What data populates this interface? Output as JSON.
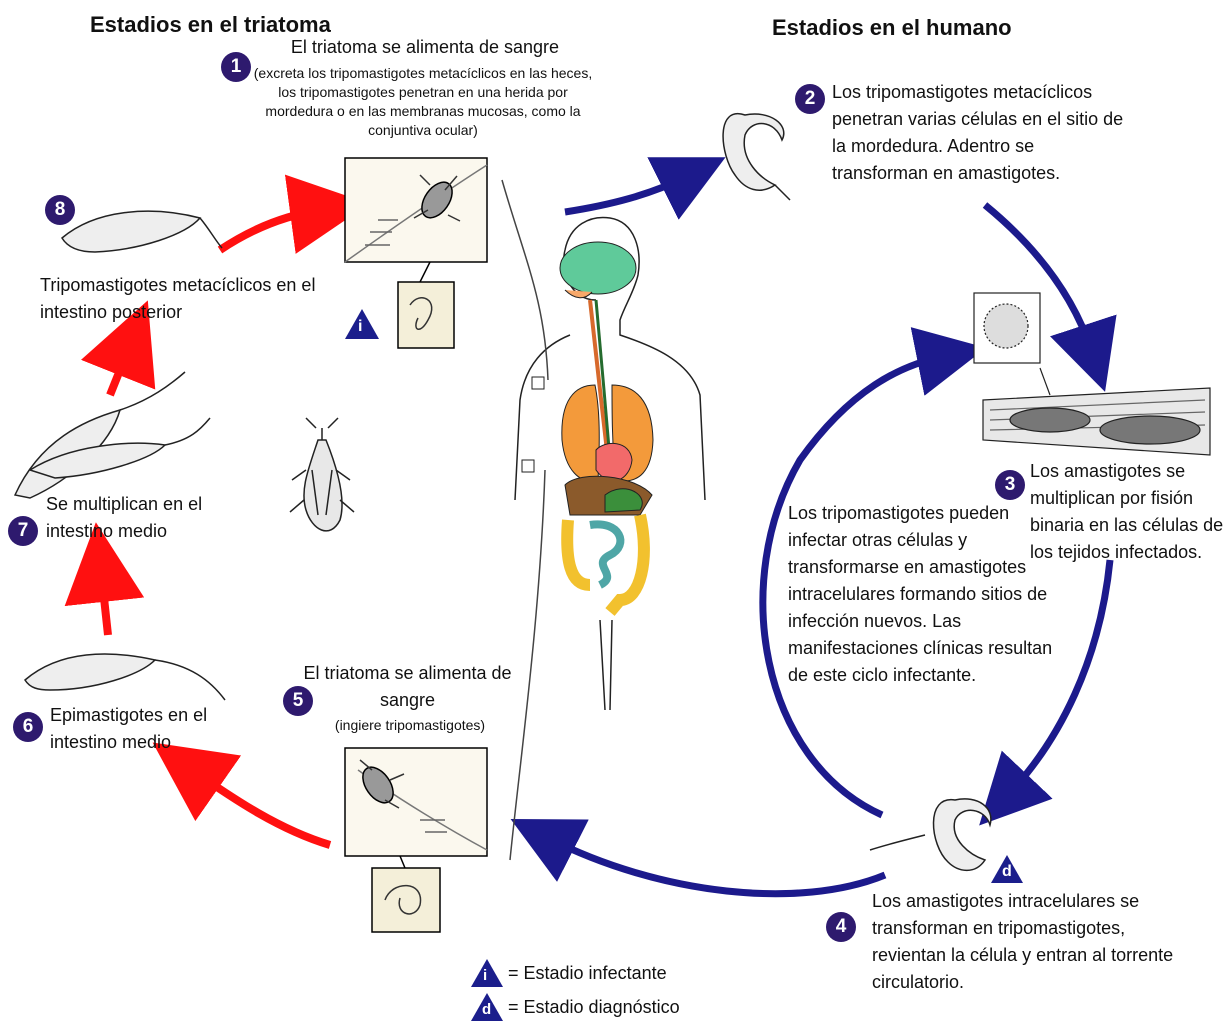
{
  "headers": {
    "vector": "Estadios en el triatoma",
    "human": "Estadios en el humano"
  },
  "stages": [
    {
      "num": "1",
      "title": "El triatoma se alimenta de sangre",
      "detail": "(excreta los tripomastigotes metacíclicos en las heces, los tripomastigotes penetran en una herida por mordedura o en las membranas mucosas, como la conjuntiva ocular)"
    },
    {
      "num": "2",
      "text": "Los tripomastigotes metacíclicos penetran varias células en el sitio de la mordedura. Adentro se transforman en amastigotes."
    },
    {
      "num": "3",
      "text": "Los amastigotes se multiplican por fisión binaria en las células de los tejidos infectados."
    },
    {
      "num": "4",
      "text": "Los amastigotes intracelulares se transforman en tripomastigotes, revientan la célula y entran al torrente circulatorio."
    },
    {
      "num": "5",
      "title": "El triatoma se alimenta de sangre",
      "detail": "(ingiere tripomastigotes)"
    },
    {
      "num": "6",
      "text": "Epimastigotes en el intestino medio"
    },
    {
      "num": "7",
      "text": "Se multiplican en el intestino medio"
    },
    {
      "num": "8",
      "text": "Tripomastigotes metacíclicos en el intestino posterior"
    }
  ],
  "center_note": "Los tripomastigotes pueden infectar otras células y transformarse en amastigotes intracelulares formando sitios de infección nuevos. Las manifestaciones clínicas resultan de este ciclo infectante.",
  "legend": {
    "infective_symbol": "i",
    "infective_label": "= Estadio infectante",
    "diagnostic_symbol": "d",
    "diagnostic_label": "= Estadio diagnóstico"
  },
  "colors": {
    "human_cycle": "#1c1a8c",
    "vector_cycle": "#ff1010",
    "badge": "#2e1a6e",
    "triangle": "#1b1e8c"
  }
}
